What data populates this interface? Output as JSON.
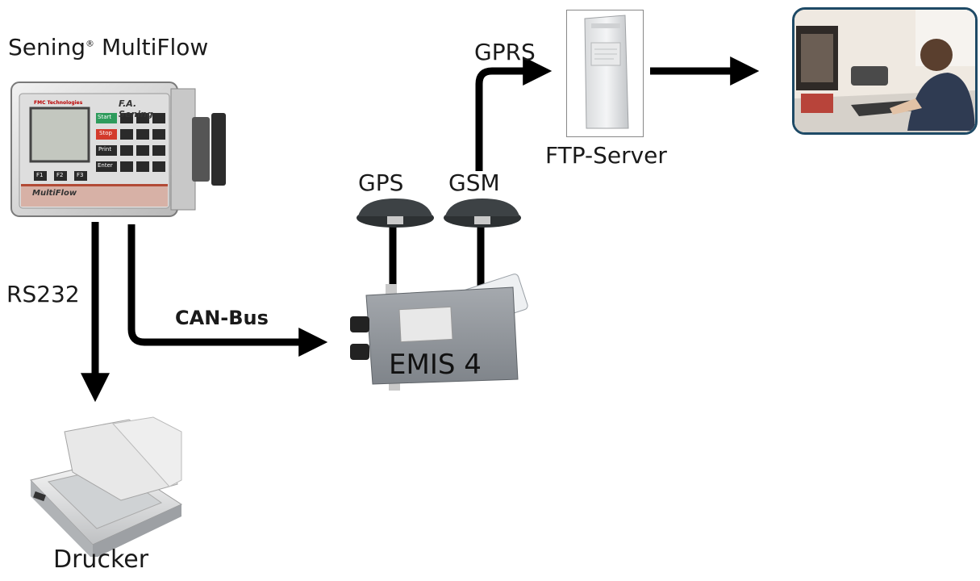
{
  "labels": {
    "multiflow": "Sening",
    "multiflow_reg": "®",
    "multiflow_rest": " MultiFlow",
    "rs232": "RS232",
    "canbus": "CAN-Bus",
    "gps": "GPS",
    "gsm": "GSM",
    "gprs": "GPRS",
    "ftp": "FTP-Server",
    "emis": "EMIS 4",
    "printer": "Drucker"
  },
  "device": {
    "brand": "FMC Technologies",
    "maker": "F.A. Sening",
    "model": "MultiFlow",
    "keys": {
      "start": "Start",
      "stop": "Stop",
      "print": "Print",
      "enter": "Enter",
      "f1": "F1",
      "f2": "F2",
      "f3": "F3"
    }
  },
  "colors": {
    "wire": "#000000",
    "device_body": "#d9d9d9",
    "emis_body": "#8e9299",
    "start_key": "#2e9b5c",
    "stop_key": "#d33a2c",
    "monitor_frame": "#1e4a66"
  }
}
